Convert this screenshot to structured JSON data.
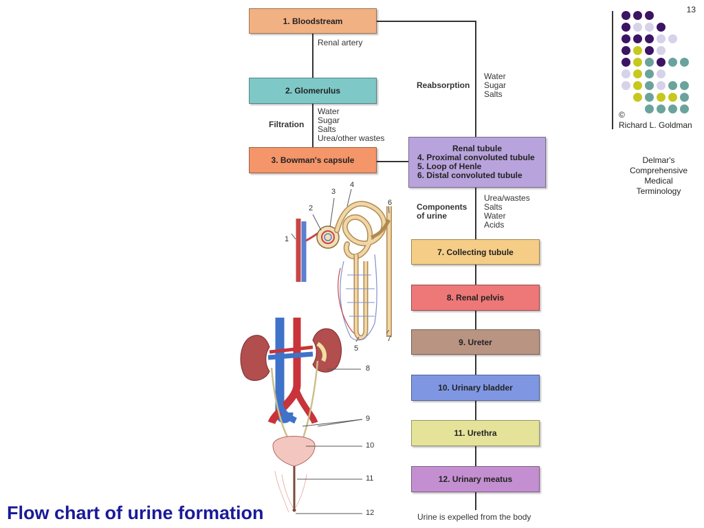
{
  "slide_number": "13",
  "title": "Flow chart of urine formation",
  "copyright": {
    "symbol": "©",
    "author": "Richard L. Goldman"
  },
  "credits": [
    "Delmar's",
    "Comprehensive",
    "Medical",
    "Terminology"
  ],
  "steps": {
    "bloodstream": "1. Bloodstream",
    "glomerulus": "2. Glomerulus",
    "bowmans": "3. Bowman's capsule",
    "tubule_title": "Renal tubule",
    "tubule_proximal": "4. Proximal convoluted tubule",
    "tubule_henle": "5. Loop of Henle",
    "tubule_distal": "6. Distal convoluted tubule",
    "collecting": "7. Collecting tubule",
    "pelvis": "8. Renal pelvis",
    "ureter": "9. Ureter",
    "bladder": "10. Urinary bladder",
    "urethra": "11. Urethra",
    "meatus": "12. Urinary meatus"
  },
  "labels": {
    "renal_artery": "Renal artery",
    "filtration": "Filtration",
    "filtration_items": [
      "Water",
      "Sugar",
      "Salts",
      "Urea/other wastes"
    ],
    "reabsorption": "Reabsorption",
    "reabsorption_items": [
      "Water",
      "Sugar",
      "Salts"
    ],
    "components": [
      "Components",
      "of urine"
    ],
    "components_items": [
      "Urea/wastes",
      "Salts",
      "Water",
      "Acids"
    ],
    "expelled": "Urine is expelled from the body"
  },
  "diagram_numbers": [
    "1",
    "2",
    "3",
    "4",
    "5",
    "6",
    "7",
    "8",
    "9",
    "10",
    "11",
    "12"
  ],
  "colors": {
    "bloodstream": "#f2b183",
    "glomerulus": "#7ec8c8",
    "bowmans": "#f4956a",
    "tubule": "#b9a3dc",
    "collecting": "#f5cd86",
    "pelvis": "#ee7778",
    "ureter": "#b99483",
    "bladder": "#7f97e2",
    "urethra": "#e5e39a",
    "meatus": "#c48fd0",
    "title": "#1a1a99",
    "dot_purple": "#3c1463",
    "dot_lavender": "#d6d2ea",
    "dot_olive": "#c6c81e",
    "dot_teal": "#6aa39c"
  },
  "dot_grid": [
    [
      "purple",
      "purple",
      "purple",
      null,
      null
    ],
    [
      "purple",
      "lavender",
      "lavender",
      "purple",
      null
    ],
    [
      "purple",
      "purple",
      "purple",
      "lavender",
      "lavender"
    ],
    [
      "purple",
      "olive",
      "purple",
      "lavender",
      null
    ],
    [
      "purple",
      "olive",
      "teal",
      "purple",
      "teal",
      "teal"
    ],
    [
      "lavender",
      "olive",
      "teal",
      "lavender",
      null
    ],
    [
      "lavender",
      "olive",
      "teal",
      "lavender",
      "teal",
      "teal"
    ],
    [
      null,
      "olive",
      "teal",
      "olive",
      "olive",
      "teal"
    ],
    [
      null,
      null,
      "teal",
      "teal",
      "teal",
      "teal"
    ]
  ]
}
